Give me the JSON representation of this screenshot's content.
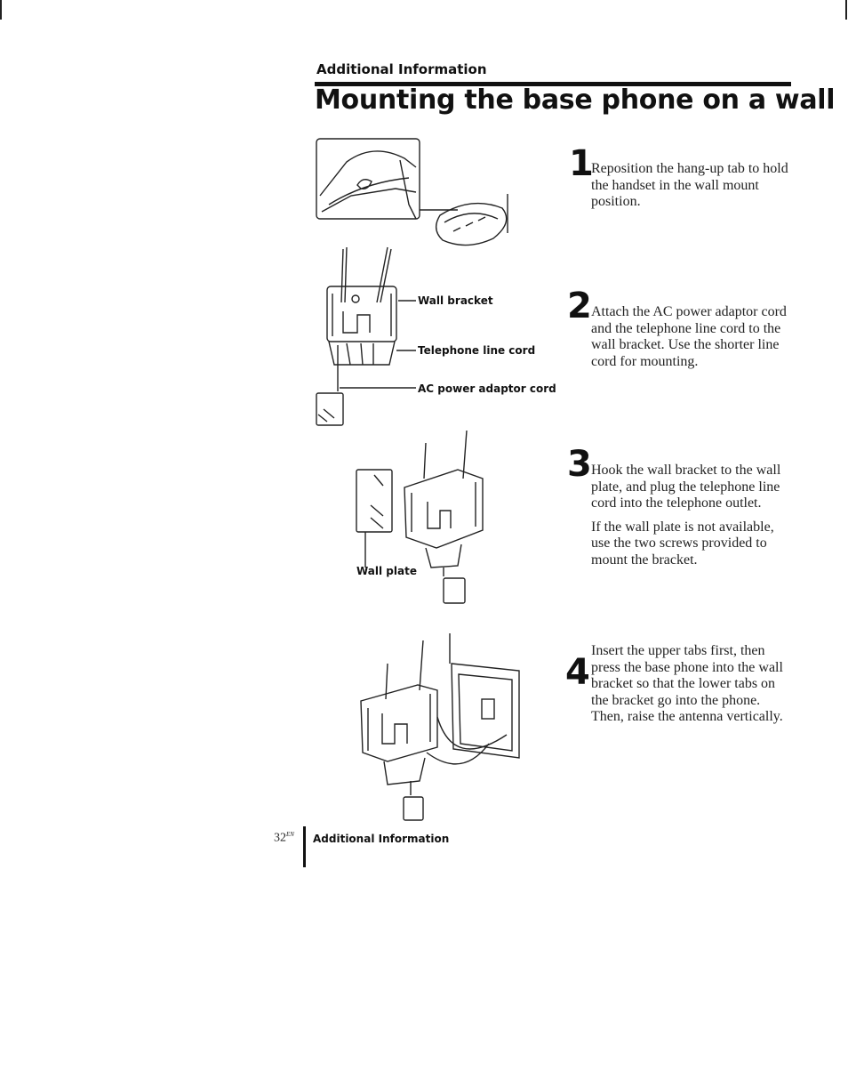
{
  "header": {
    "section_label": "Additional Information",
    "title": "Mounting the base phone on a wall"
  },
  "steps": [
    {
      "number": "1",
      "paragraphs": [
        "Reposition the hang-up tab to hold the handset in the wall mount position."
      ]
    },
    {
      "number": "2",
      "paragraphs": [
        "Attach the AC power adaptor cord and the telephone line cord to the wall bracket. Use the shorter line cord for mounting."
      ]
    },
    {
      "number": "3",
      "paragraphs": [
        "Hook the wall bracket to the wall plate, and plug the telephone line cord into the telephone outlet.",
        "If the wall plate is not available, use the two screws provided to mount the bracket."
      ]
    },
    {
      "number": "4",
      "paragraphs": [
        "Insert the upper tabs first, then press the base phone into the wall bracket so that the lower tabs on the bracket go into the phone. Then, raise the antenna vertically."
      ]
    }
  ],
  "callouts": {
    "wall_bracket": "Wall bracket",
    "telephone_line_cord": "Telephone line cord",
    "ac_power_adaptor_cord": "AC power adaptor cord",
    "wall_plate": "Wall plate"
  },
  "footer": {
    "page_number": "32",
    "page_suffix": "EN",
    "section_label": "Additional Information"
  }
}
